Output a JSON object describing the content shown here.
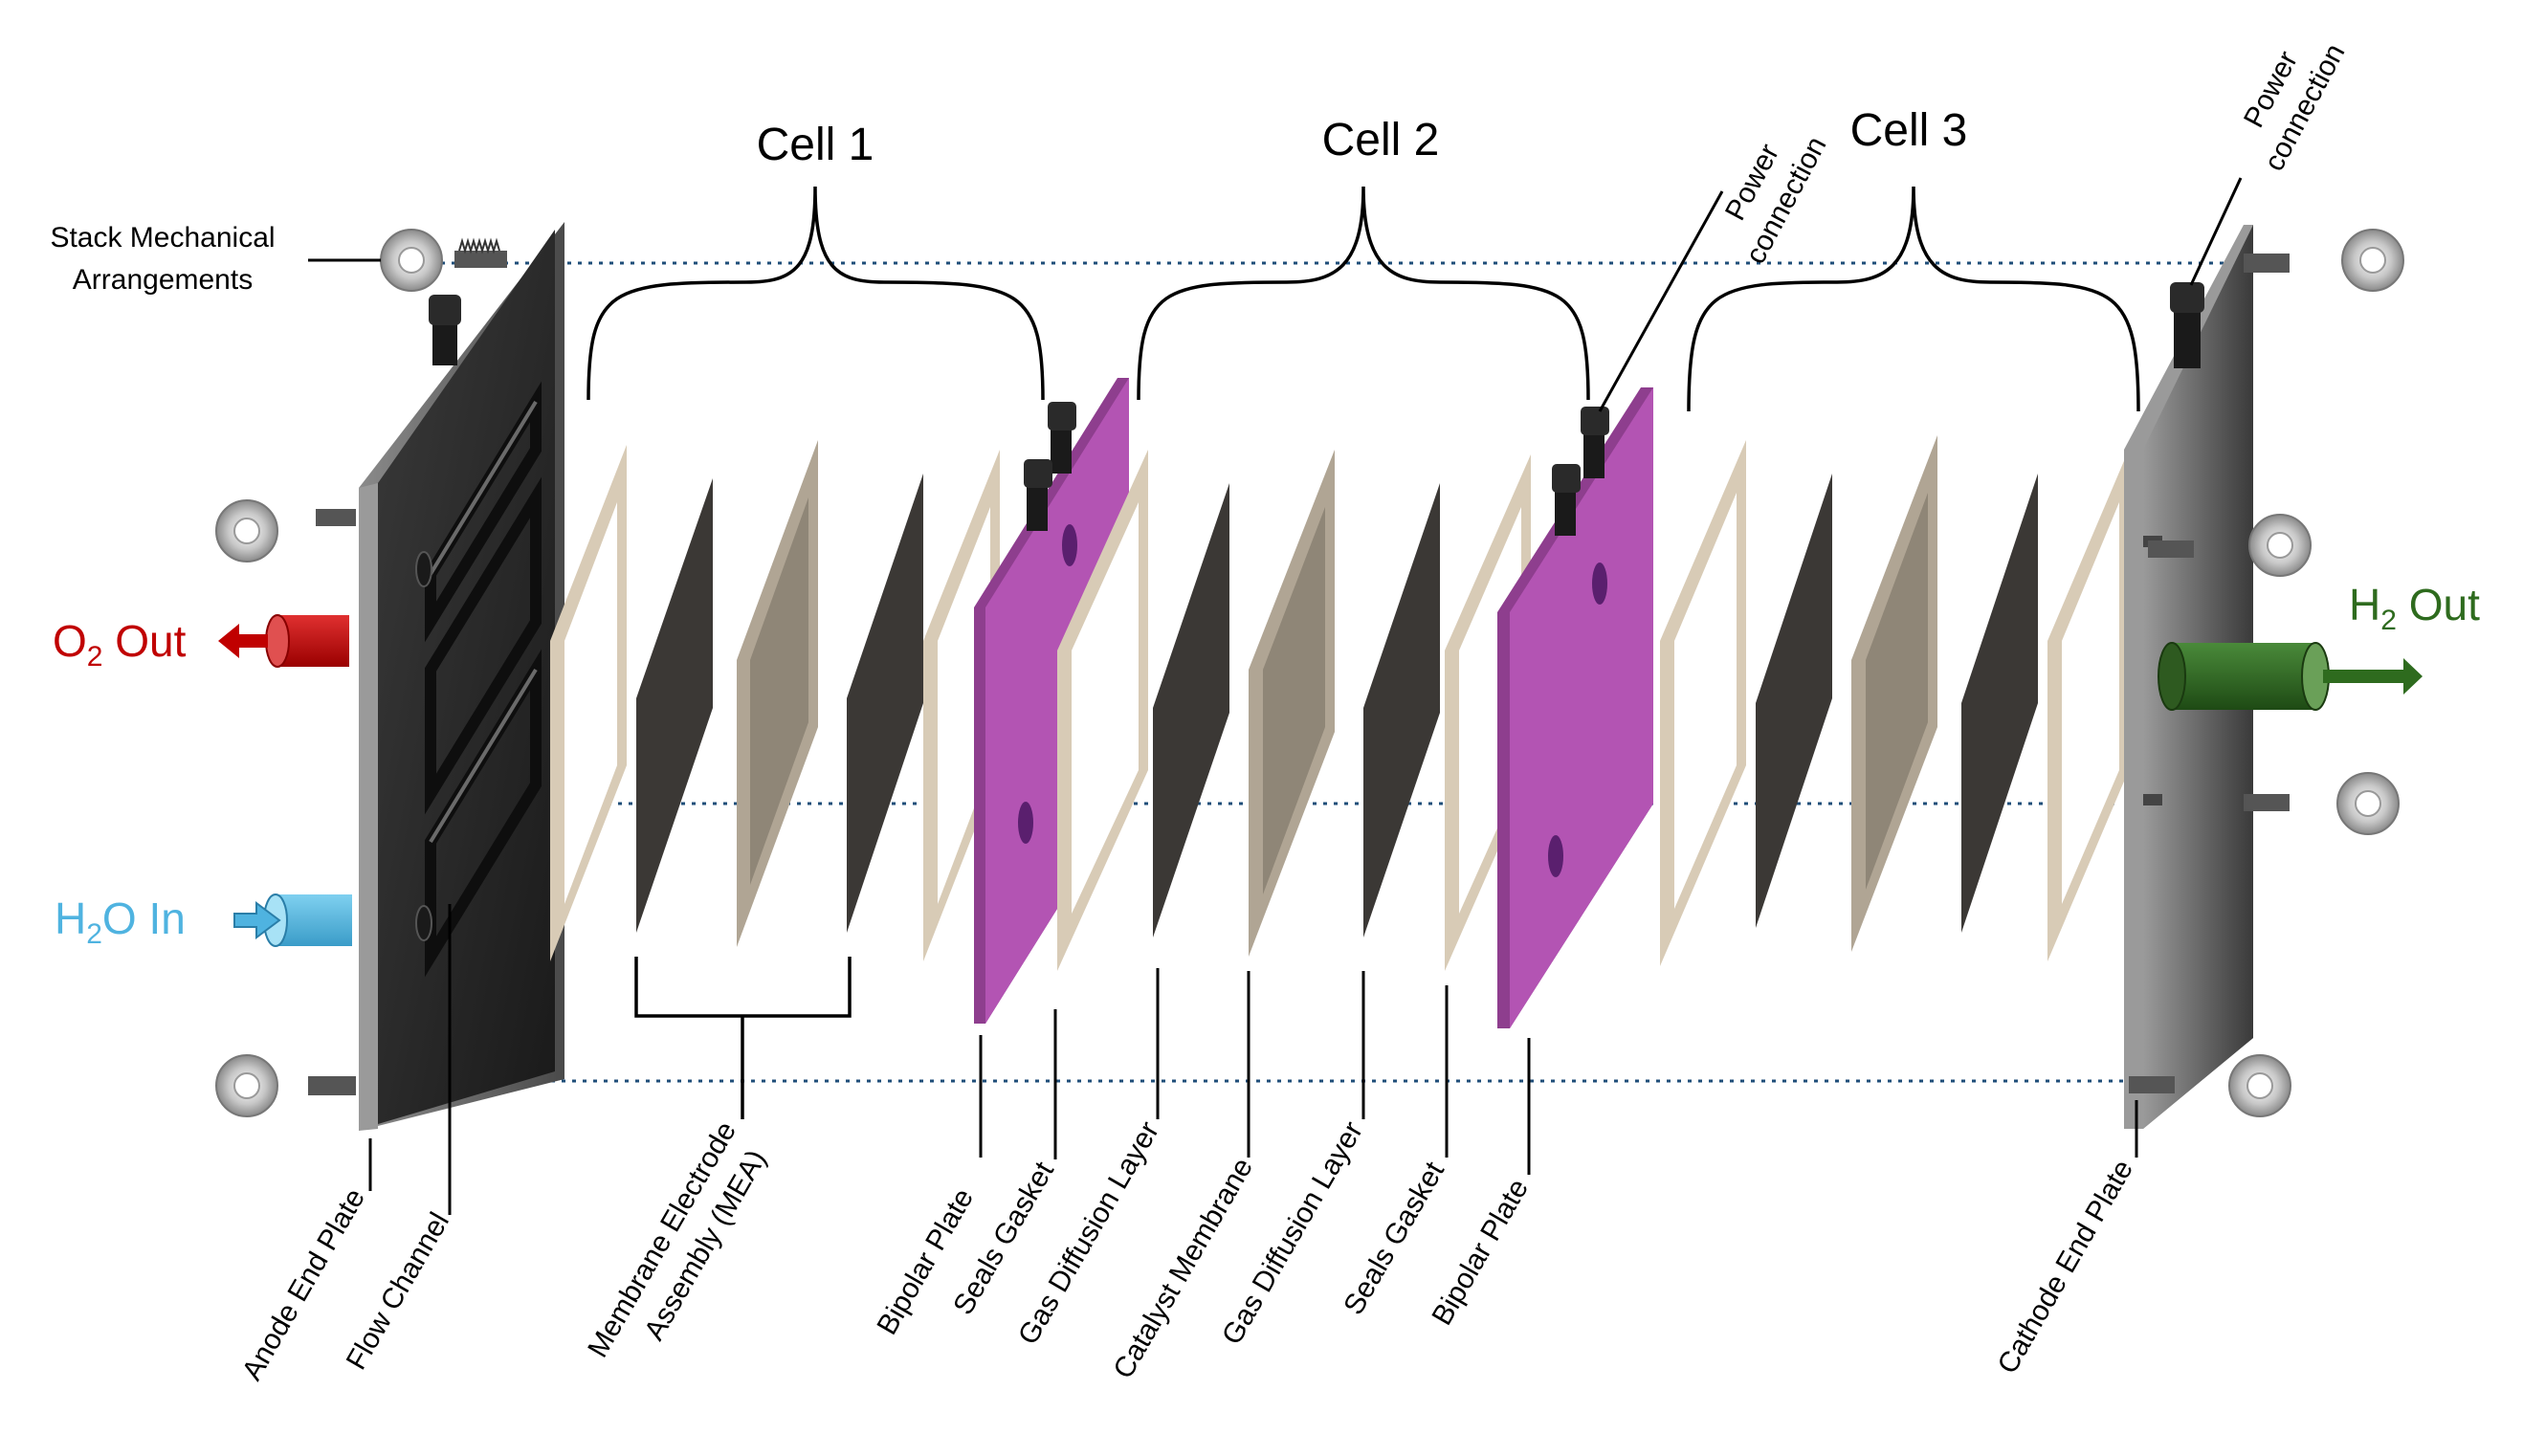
{
  "cells": [
    "Cell 1",
    "Cell 2",
    "Cell 3"
  ],
  "mechanical": {
    "line1": "Stack Mechanical",
    "line2": "Arrangements"
  },
  "power": {
    "line1": "Power",
    "line2": "connection"
  },
  "io": {
    "o2": {
      "main": "O",
      "sub": "2",
      "rest": " Out",
      "color": "#c00000"
    },
    "h2o": {
      "main": "H",
      "sub": "2",
      "rest": "O In",
      "color": "#4fb3e0"
    },
    "h2": {
      "main": "H",
      "sub": "2",
      "rest": " Out",
      "color": "#2e6b1e"
    }
  },
  "parts": {
    "anode_end_plate": "Anode End Plate",
    "flow_channel": "Flow Channel",
    "mea_line1": "Membrane Electrode",
    "mea_line2": "Assembly (MEA)",
    "bipolar_plate_1": "Bipolar Plate",
    "seals_gasket_1": "Seals Gasket",
    "gas_diffusion_layer_1": "Gas Diffusion Layer",
    "catalyst_membrane": "Catalyst Membrane",
    "gas_diffusion_layer_2": "Gas Diffusion Layer",
    "seals_gasket_2": "Seals Gasket",
    "bipolar_plate_2": "Bipolar Plate",
    "cathode_end_plate": "Cathode End Plate"
  },
  "colors": {
    "end_plate": "#5a5a5a",
    "bipolar_plate": "#b354b3",
    "gasket": "#d8cbb6",
    "gdl": "#b0a594",
    "membrane": "#3b3835",
    "dotted_line": "#1f4e79"
  }
}
